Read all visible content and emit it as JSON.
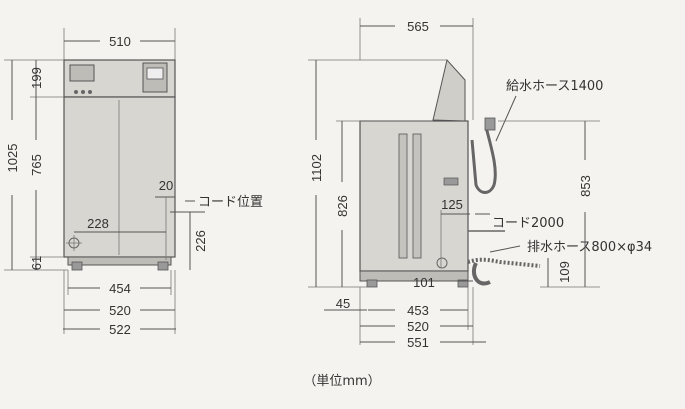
{
  "front_view": {
    "width_top": "510",
    "height_total": "1025",
    "height_top": "199",
    "height_mid": "765",
    "height_bottom": "61",
    "dim_20": "20",
    "dim_228": "228",
    "dim_226": "226",
    "cord_label": "コード位置",
    "width_454": "454",
    "width_520": "520",
    "width_522": "522"
  },
  "side_view": {
    "width_top": "565",
    "height_total": "1102",
    "height_826": "826",
    "height_853": "853",
    "height_109": "109",
    "water_hose_label": "給水ホース1400",
    "dim_125": "125",
    "cord_label": "コード2000",
    "drain_hose_label": "排水ホース800×φ34",
    "dim_101": "101",
    "dim_45": "45",
    "width_453": "453",
    "width_520": "520",
    "width_551": "551"
  },
  "unit_note": "（単位mm）"
}
